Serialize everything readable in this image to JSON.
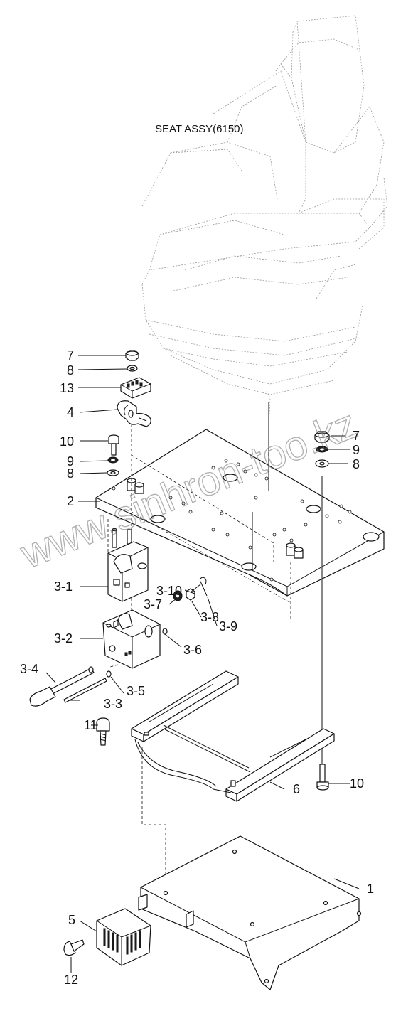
{
  "diagram": {
    "title": "SEAT ASSY(6150)",
    "watermark": "www.sinhron-too.kz",
    "callouts": {
      "c1": "1",
      "c2": "2",
      "c3_1": "3-1",
      "c3_2": "3-2",
      "c3_3": "3-3",
      "c3_4": "3-4",
      "c3_5": "3-5",
      "c3_6": "3-6",
      "c3_7": "3-7",
      "c3_8": "3-8",
      "c3_9": "3-9",
      "c3_10": "3-10",
      "c4": "4",
      "c5": "5",
      "c6": "6",
      "c7_left": "7",
      "c7_right": "7",
      "c8_left_top": "8",
      "c8_left_low": "8",
      "c8_right": "8",
      "c9_left": "9",
      "c9_right": "9",
      "c10_left": "10",
      "c10_right": "10",
      "c11": "11",
      "c12": "12",
      "c13": "13"
    }
  }
}
